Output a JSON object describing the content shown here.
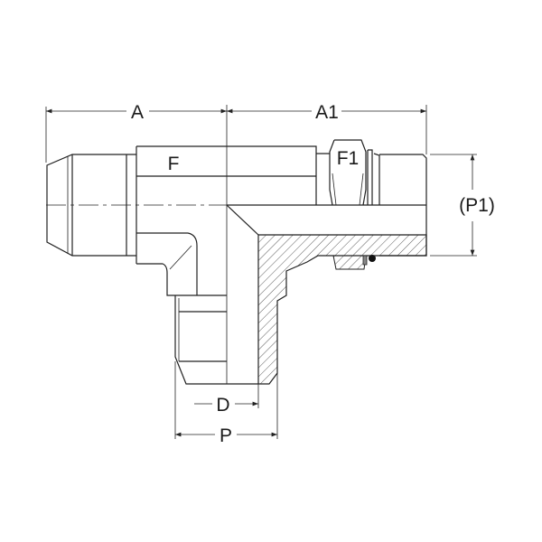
{
  "diagram": {
    "dimensions": {
      "A": "A",
      "A1": "A1",
      "F": "F",
      "F1": "F1",
      "P1": "(P1)",
      "D": "D",
      "P": "P"
    },
    "colors": {
      "line": "#222222",
      "background": "#ffffff"
    }
  }
}
